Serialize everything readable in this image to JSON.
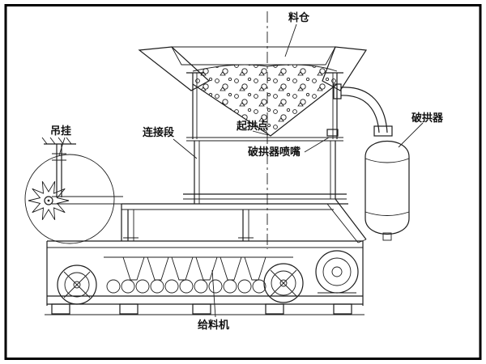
{
  "diagram": {
    "type": "engineering-schematic",
    "labels": {
      "silo": "料仓",
      "hanger": "吊挂",
      "connection_section": "连接段",
      "arch_point": "起拱点",
      "arch_breaker_nozzle": "破拱器喷嘴",
      "arch_breaker": "破拱器",
      "feeder": "给料机"
    },
    "colors": {
      "line": "#1c1c1c",
      "background": "#ffffff",
      "border": "#000000"
    }
  }
}
